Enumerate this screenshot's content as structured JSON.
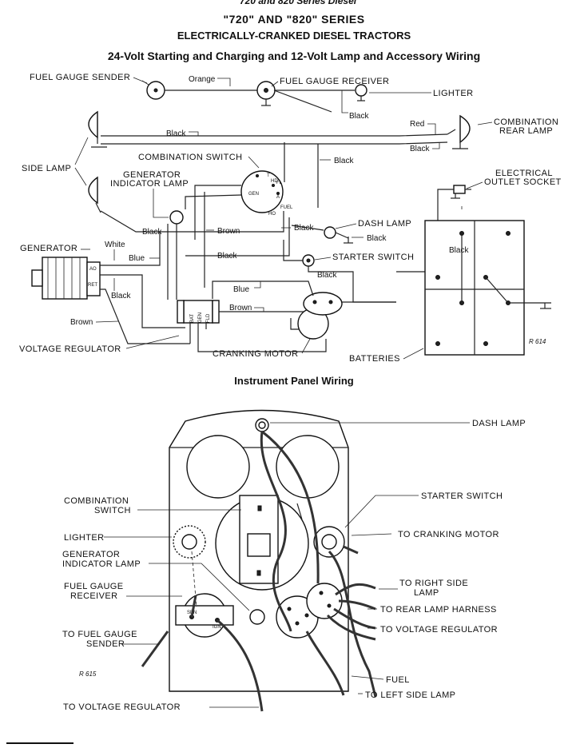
{
  "header": {
    "running": "720  and  820  Series Diesel",
    "series_title": "\"720\" AND \"820\" SERIES",
    "series_subtitle": "ELECTRICALLY-CRANKED DIESEL TRACTORS",
    "wiring_title": "24-Volt Starting and Charging and 12-Volt Lamp and Accessory Wiring",
    "panel_title": "Instrument Panel Wiring"
  },
  "wiring_diagram": {
    "components": {
      "fuel_gauge_sender": "FUEL GAUGE SENDER",
      "fuel_gauge_receiver": "FUEL GAUGE RECEIVER",
      "lighter": "LIGHTER",
      "combination_rear_lamp_1": "COMBINATION",
      "combination_rear_lamp_2": "REAR LAMP",
      "side_lamp": "SIDE LAMP",
      "combination_switch": "COMBINATION SWITCH",
      "generator_indicator_lamp_1": "GENERATOR",
      "generator_indicator_lamp_2": "INDICATOR LAMP",
      "electrical_outlet_1": "ELECTRICAL",
      "electrical_outlet_2": "OUTLET SOCKET",
      "dash_lamp": "DASH LAMP",
      "generator": "GENERATOR",
      "starter_switch": "STARTER SWITCH",
      "voltage_regulator": "VOLTAGE REGULATOR",
      "cranking_motor": "CRANKING MOTOR",
      "batteries": "BATTERIES"
    },
    "wire_colors": {
      "orange": "Orange",
      "black": "Black",
      "red": "Red",
      "brown": "Brown",
      "white": "White",
      "blue": "Blue"
    },
    "terminals": {
      "gen": "GEN",
      "t": "T",
      "hd": "HD",
      "fl": "FL",
      "a": "A",
      "fuel": "FUEL",
      "ho": "HO",
      "ao": "AO",
      "ret": "RET",
      "bat": "BAT",
      "gen_reg": "GEN",
      "fld": "FLD"
    },
    "ref": "R 614"
  },
  "panel_diagram": {
    "labels": {
      "dash_lamp": "DASH LAMP",
      "combination_switch_1": "COMBINATION",
      "combination_switch_2": "SWITCH",
      "starter_switch": "STARTER SWITCH",
      "lighter": "LIGHTER",
      "to_cranking_motor": "TO CRANKING MOTOR",
      "generator_indicator_1": "GENERATOR",
      "generator_indicator_2": "INDICATOR LAMP",
      "to_right_side_lamp_1": "TO RIGHT SIDE",
      "to_right_side_lamp_2": "LAMP",
      "fuel_gauge_receiver_1": "FUEL GAUGE",
      "fuel_gauge_receiver_2": "RECEIVER",
      "to_rear_lamp_harness": "TO REAR LAMP HARNESS",
      "to_voltage_regulator_r": "TO VOLTAGE REGULATOR",
      "to_fuel_gauge_sender_1": "TO FUEL GAUGE",
      "to_fuel_gauge_sender_2": "SENDER",
      "fuel": "FUEL",
      "to_left_side_lamp": "TO LEFT SIDE LAMP",
      "to_voltage_regulator_b": "TO VOLTAGE REGULATOR"
    },
    "terminals": {
      "sen": "SEN",
      "ign": "IGN"
    },
    "ref": "R 615"
  }
}
